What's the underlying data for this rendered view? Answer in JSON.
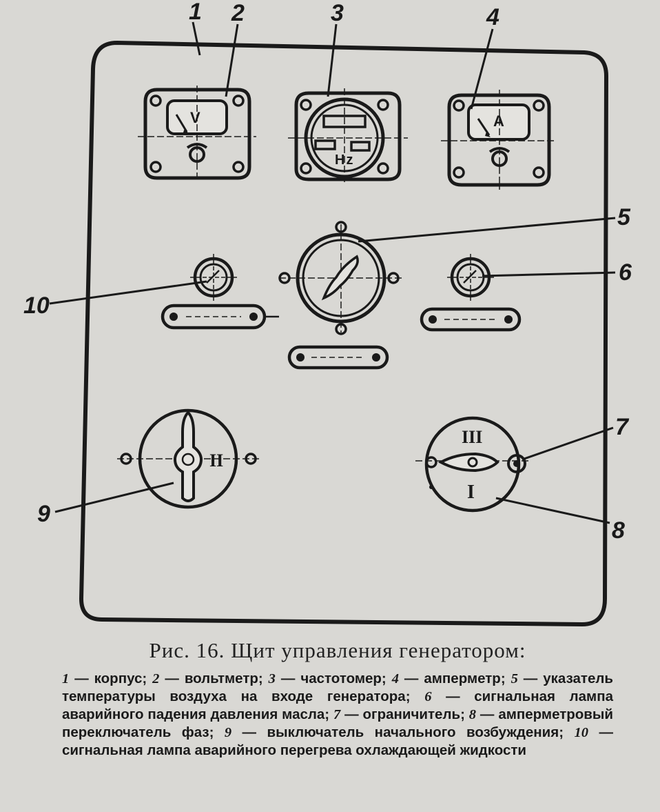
{
  "figure": {
    "callouts": [
      "1",
      "2",
      "3",
      "4",
      "5",
      "6",
      "7",
      "8",
      "9",
      "10"
    ],
    "meter_labels": {
      "voltmeter": "V",
      "frequency_meter": "Hz",
      "ammeter": "A"
    },
    "switch_positions": {
      "excitation_switch": "II",
      "phase_switch_top": "III",
      "phase_switch_bottom": "I"
    }
  },
  "caption": {
    "title": "Рис. 16. Щит управления генератором:",
    "items": [
      {
        "n": "1",
        "text": "корпус;"
      },
      {
        "n": "2",
        "text": "вольтметр;"
      },
      {
        "n": "3",
        "text": "частотомер;"
      },
      {
        "n": "4",
        "text": "амперметр;"
      },
      {
        "n": "5",
        "text": "указатель температуры воздуха на входе генератора;"
      },
      {
        "n": "6",
        "text": "сигнальная лампа аварийного падения давления масла;"
      },
      {
        "n": "7",
        "text": "ограничитель;"
      },
      {
        "n": "8",
        "text": "амперметровый переключатель фаз;"
      },
      {
        "n": "9",
        "text": "выключатель начального возбуждения;"
      },
      {
        "n": "10",
        "text": "сигнальная лампа аварийного перегрева охлаждающей жидкости"
      }
    ]
  }
}
